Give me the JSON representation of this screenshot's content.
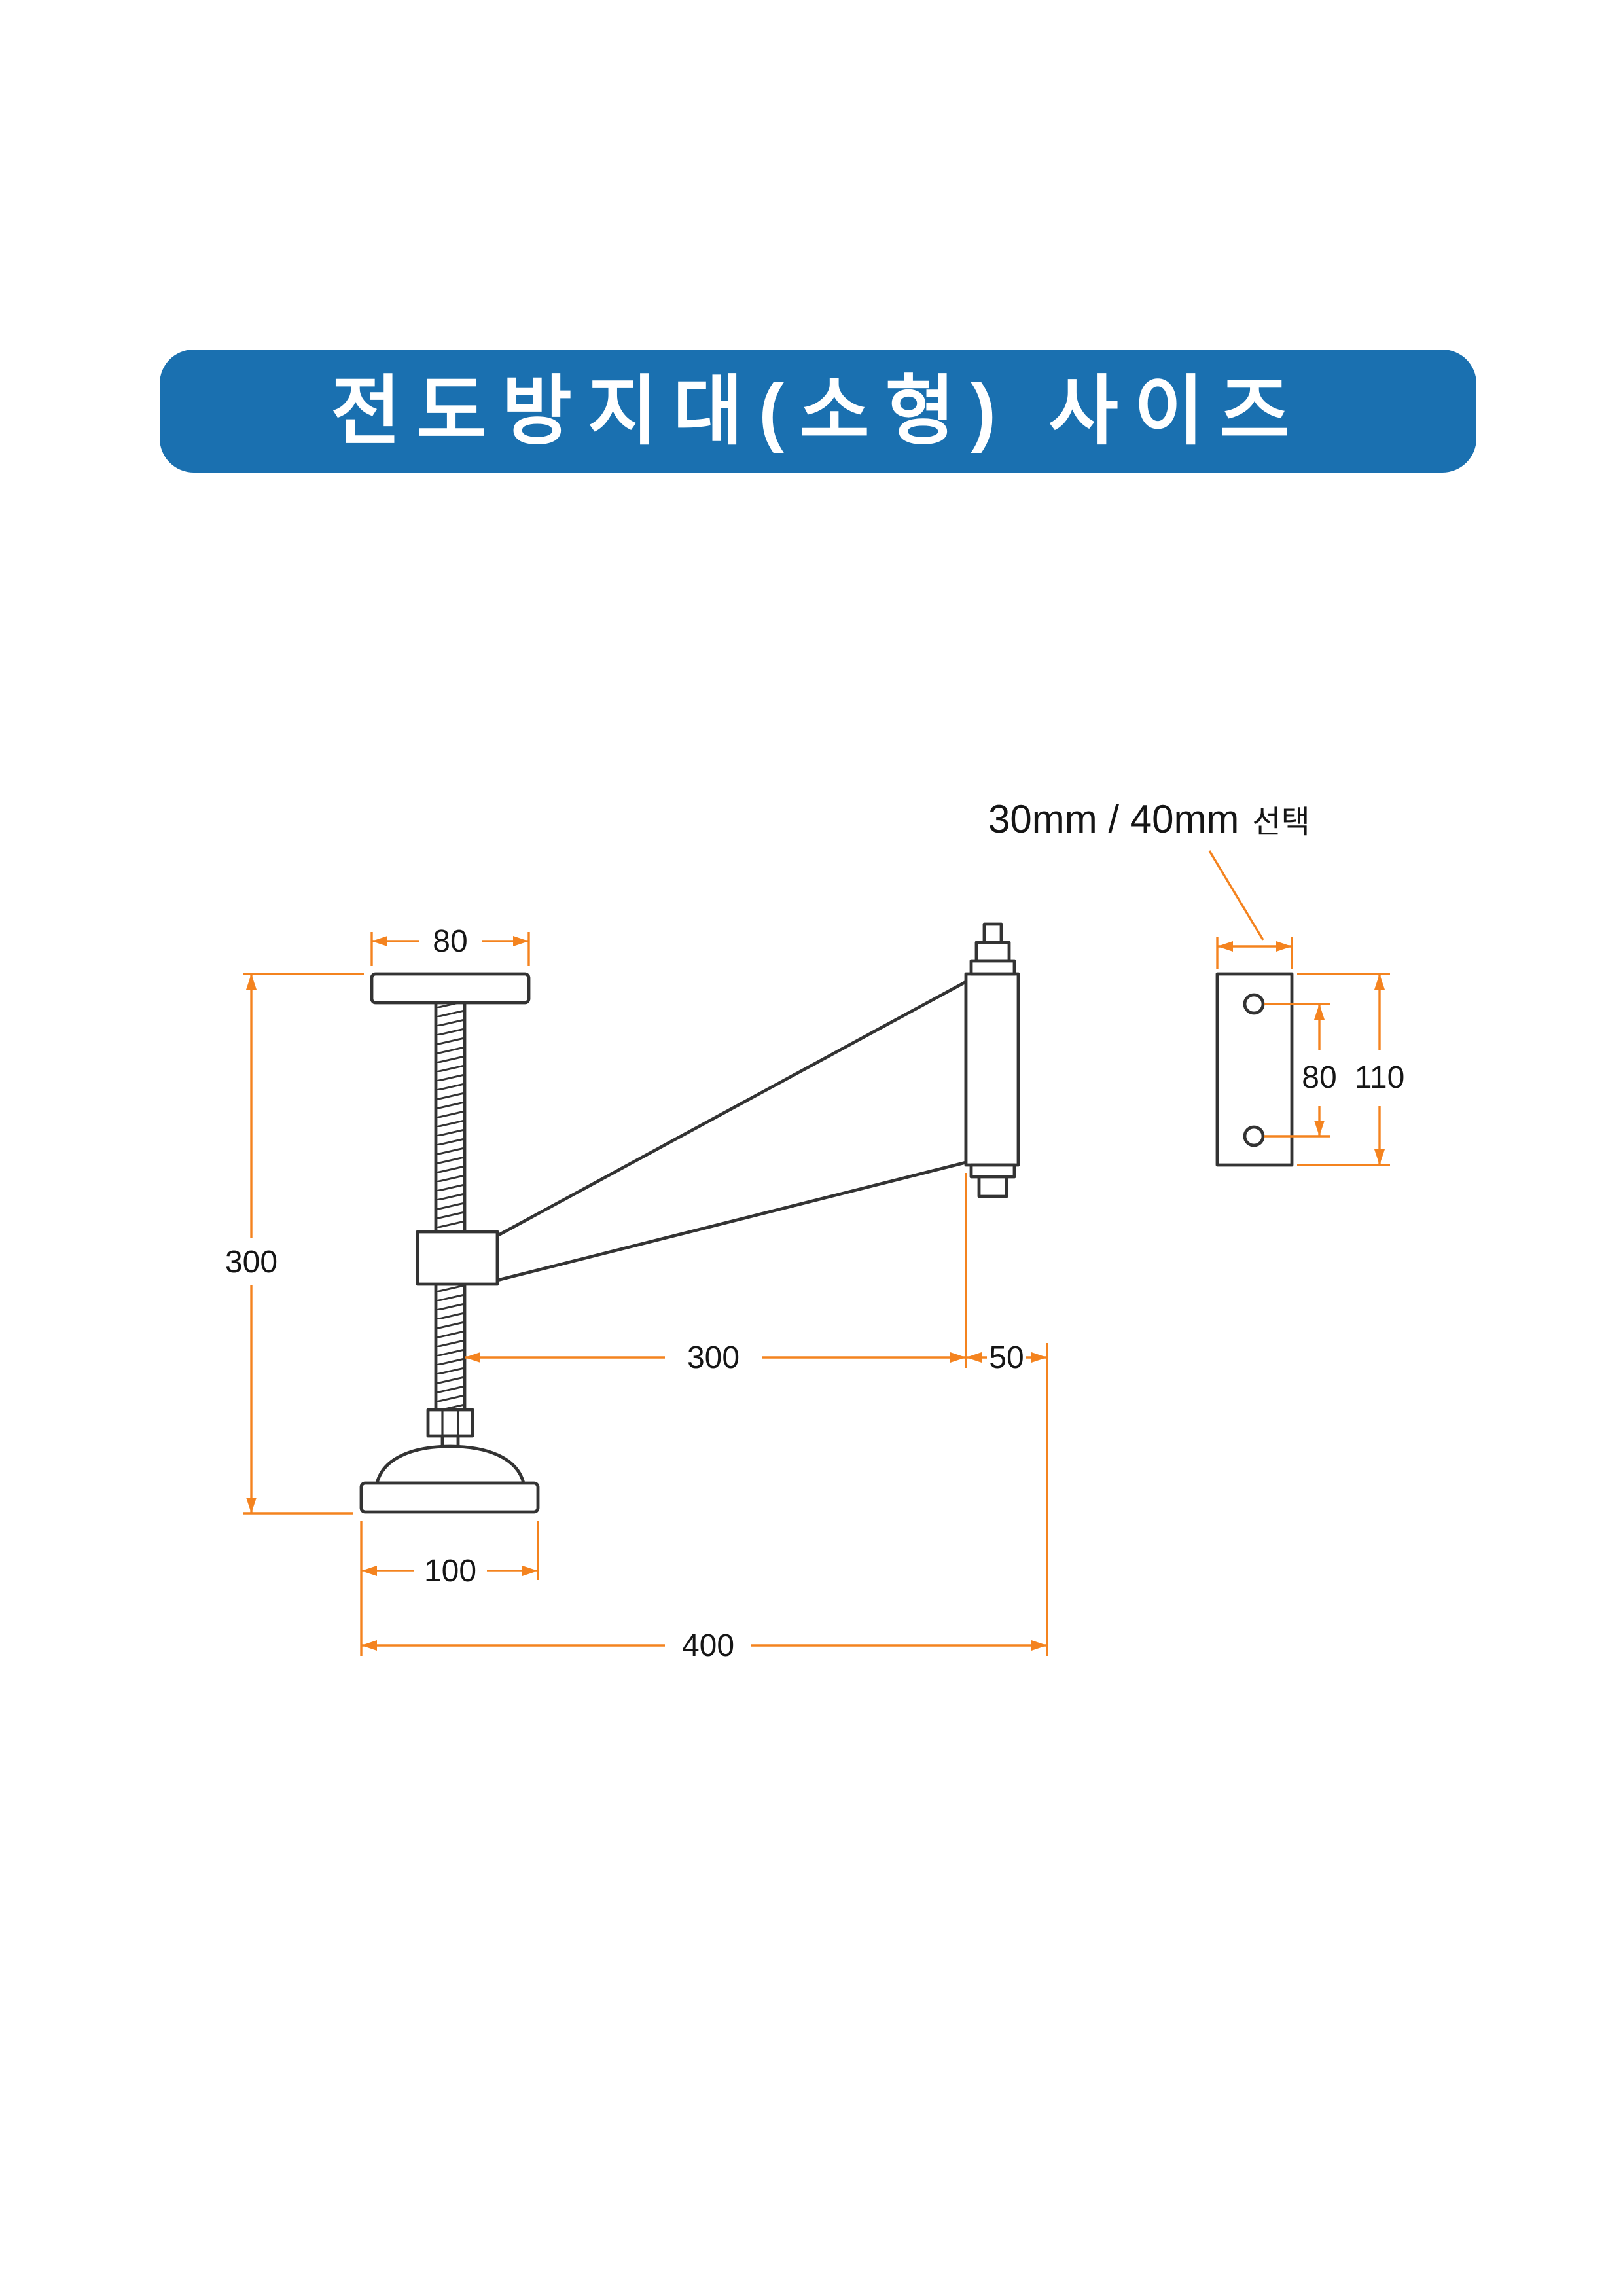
{
  "title": {
    "text": "전도방지대(소형) 사이즈"
  },
  "note": {
    "main": "30mm / 40mm",
    "suffix": "선택"
  },
  "dims": {
    "top_plate_width": "80",
    "overall_height": "300",
    "arm_length": "300",
    "end_offset": "50",
    "foot_width": "100",
    "overall_length": "400",
    "hole_spacing": "80",
    "plate_height": "110"
  },
  "colors": {
    "banner": "#1a70b0",
    "dimension": "#f4831f",
    "line": "#333333",
    "background": "#ffffff"
  }
}
